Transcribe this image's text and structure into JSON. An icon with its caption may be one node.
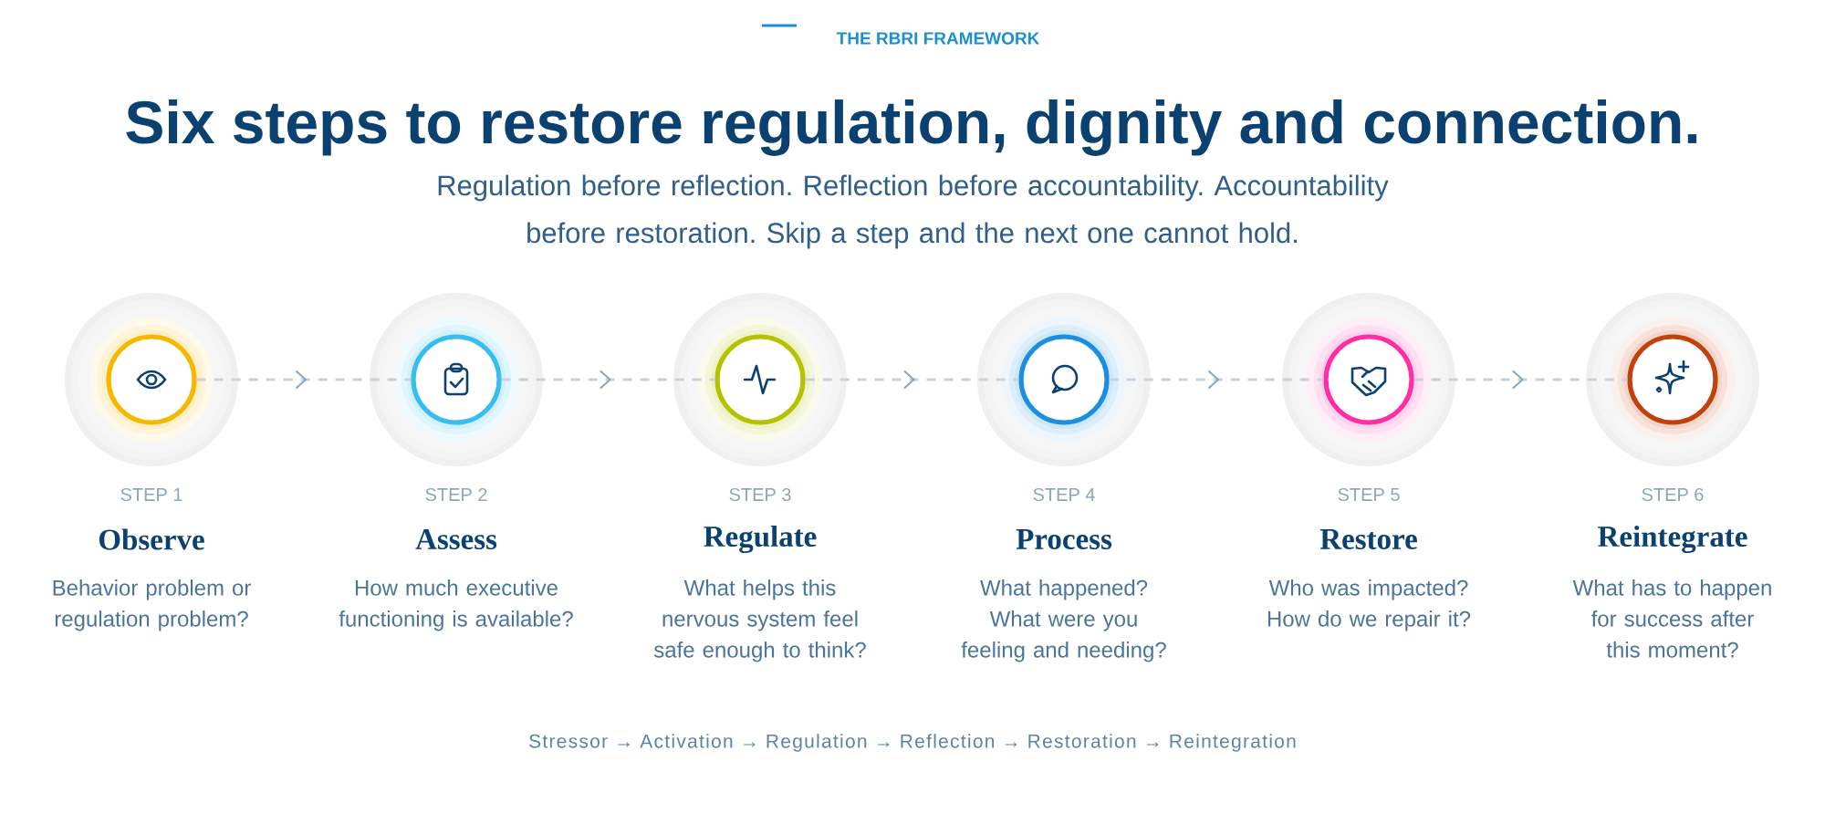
{
  "diagram": {
    "title": "Six steps to restore regulation, dignity and connection.",
    "nodes": [
      {
        "text": [],
        "shape": "circle",
        "beside": [
          "STEP 1",
          "Observe",
          "Behavior problem or regulation problem?"
        ]
      },
      {
        "text": [],
        "shape": "circle",
        "beside": [
          "STEP 2",
          "Assess",
          "How much executive functioning is available?"
        ]
      },
      {
        "text": [],
        "shape": "circle",
        "beside": [
          "STEP 3",
          "Regulate",
          "What helps this nervous system feel safe enough to think?"
        ]
      },
      {
        "text": [],
        "shape": "circle",
        "beside": [
          "STEP 4",
          "Process",
          "What happened? What were you feeling and needing?"
        ]
      },
      {
        "text": [],
        "shape": "circle",
        "beside": [
          "STEP 5",
          "Restore",
          "Who was impacted? How do we repair it?"
        ]
      },
      {
        "text": [],
        "shape": "circle",
        "beside": [
          "STEP 6",
          "Reintegrate",
          "What has to happen for success after this moment?"
        ]
      }
    ],
    "edges": [
      {
        "from": 0,
        "to": 1,
        "arrow": "to",
        "style": "dashed"
      },
      {
        "from": 1,
        "to": 2,
        "arrow": "to",
        "style": "dashed"
      },
      {
        "from": 2,
        "to": 3,
        "arrow": "to",
        "style": "dashed"
      },
      {
        "from": 3,
        "to": 4,
        "arrow": "to",
        "style": "dashed"
      },
      {
        "from": 4,
        "to": 5,
        "arrow": "to",
        "style": "dashed"
      }
    ],
    "labels": [
      "THE RBRI FRAMEWORK",
      "Regulation before reflection. Reflection before accountability. Accountability before restoration. Skip a step and the next one cannot hold.",
      "Stressor → Activation → Regulation → Reflection → Restoration → Reintegration"
    ]
  }
}
